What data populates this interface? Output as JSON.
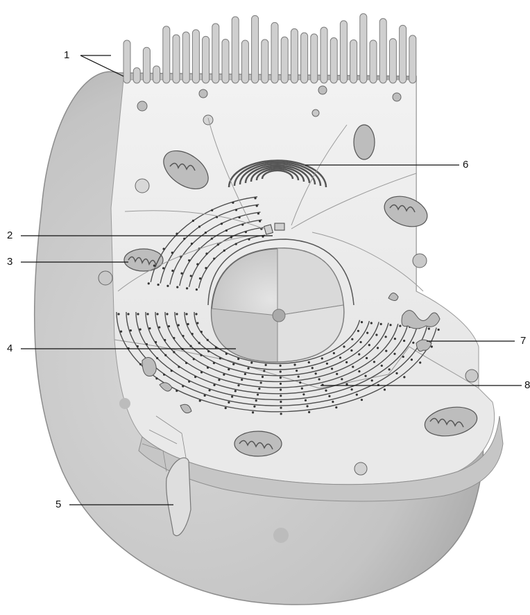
{
  "labels": [
    {
      "id": "1",
      "text": "1"
    },
    {
      "id": "2",
      "text": "2"
    },
    {
      "id": "3",
      "text": "3"
    },
    {
      "id": "4",
      "text": "4"
    },
    {
      "id": "5",
      "text": "5"
    },
    {
      "id": "6",
      "text": "6"
    },
    {
      "id": "7",
      "text": "7"
    },
    {
      "id": "8",
      "text": "8"
    }
  ],
  "colors": {
    "outer_membrane": "#c9c9c9",
    "membrane_shadow": "#a9a9a9",
    "cytoplasm": "#ededed",
    "cut_face": "#f4f4f4",
    "organelle": "#bdbdbd",
    "nucleus": "#d6d6d6",
    "line": "#222222"
  }
}
